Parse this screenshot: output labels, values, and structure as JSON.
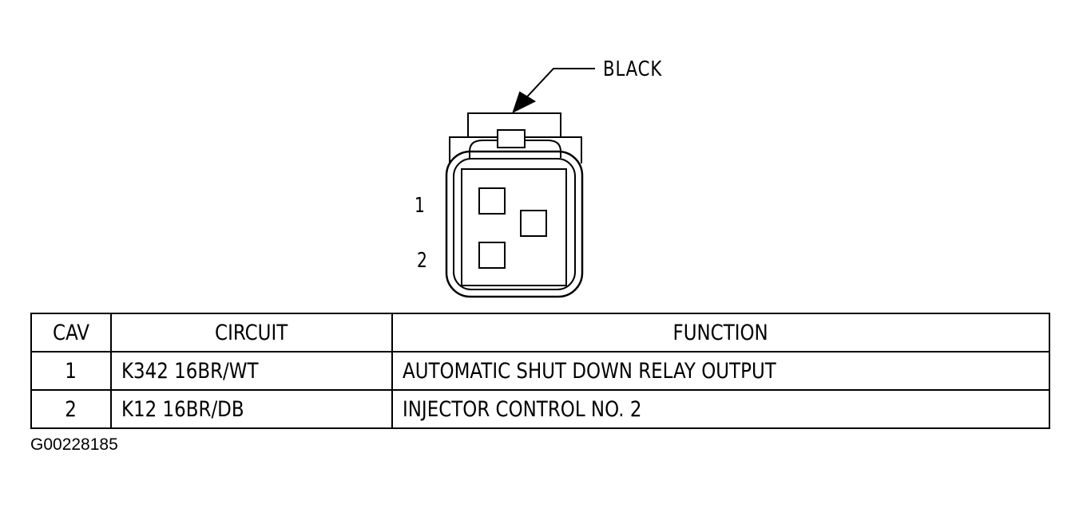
{
  "diagram": {
    "color_label": "BLACK",
    "pin_labels": [
      "1",
      "2"
    ]
  },
  "table": {
    "headers": [
      "CAV",
      "CIRCUIT",
      "FUNCTION"
    ],
    "rows": [
      {
        "cav": "1",
        "circuit": "K342 16BR/WT",
        "function": "AUTOMATIC SHUT DOWN RELAY OUTPUT"
      },
      {
        "cav": "2",
        "circuit": "K12 16BR/DB",
        "function": "INJECTOR CONTROL NO. 2"
      }
    ]
  },
  "figure_id": "G00228185"
}
